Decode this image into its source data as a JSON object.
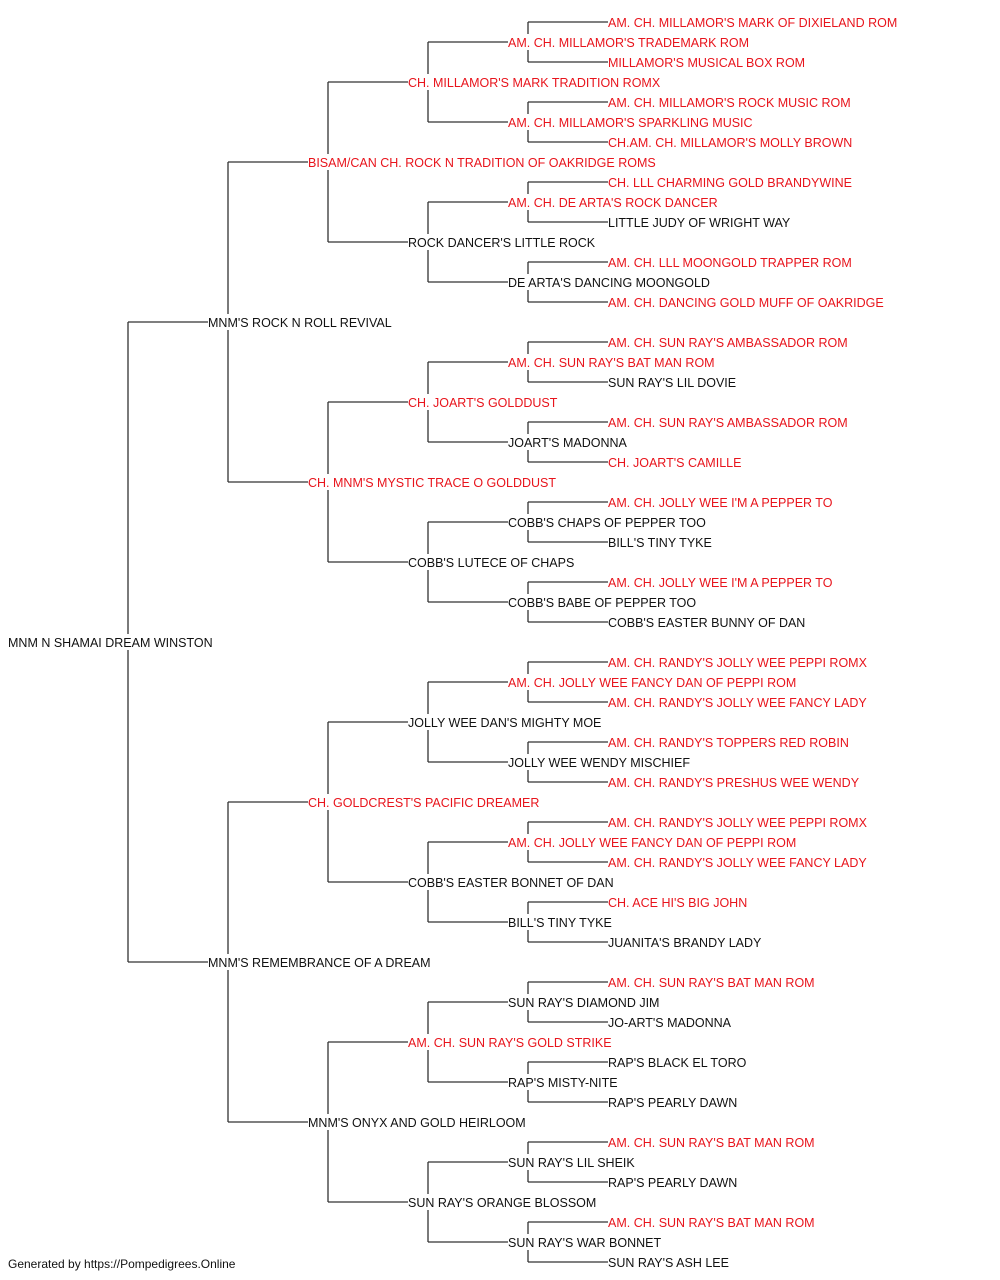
{
  "pedigree": {
    "name": "MNM N SHAMAI DREAM WINSTON",
    "sire": {
      "name": "MNM'S ROCK N ROLL REVIVAL",
      "sire": {
        "name": "BISAM/CAN CH. ROCK N TRADITION OF OAKRIDGE ROMS",
        "champion": true,
        "sire": {
          "name": "CH. MILLAMOR'S MARK TRADITION ROMX",
          "champion": true,
          "sire": {
            "name": "AM. CH. MILLAMOR'S TRADEMARK ROM",
            "champion": true,
            "sire": {
              "name": "AM. CH. MILLAMOR'S MARK OF DIXIELAND ROM",
              "champion": true
            },
            "dam": {
              "name": "MILLAMOR'S MUSICAL BOX ROM",
              "champion": true
            }
          },
          "dam": {
            "name": "AM. CH. MILLAMOR'S SPARKLING MUSIC",
            "champion": true,
            "sire": {
              "name": "AM. CH. MILLAMOR'S ROCK MUSIC ROM",
              "champion": true
            },
            "dam": {
              "name": "CH.AM. CH. MILLAMOR'S MOLLY BROWN",
              "champion": true
            }
          }
        },
        "dam": {
          "name": "ROCK DANCER'S LITTLE ROCK",
          "sire": {
            "name": "AM. CH. DE ARTA'S ROCK DANCER",
            "champion": true,
            "sire": {
              "name": "CH. LLL CHARMING GOLD BRANDYWINE",
              "champion": true
            },
            "dam": {
              "name": "LITTLE JUDY OF WRIGHT WAY"
            }
          },
          "dam": {
            "name": "DE ARTA'S DANCING MOONGOLD",
            "sire": {
              "name": "AM. CH. LLL MOONGOLD TRAPPER ROM",
              "champion": true
            },
            "dam": {
              "name": "AM. CH. DANCING GOLD MUFF OF OAKRIDGE",
              "champion": true
            }
          }
        }
      },
      "dam": {
        "name": "CH. MNM'S MYSTIC TRACE O GOLDDUST",
        "champion": true,
        "sire": {
          "name": "CH. JOART'S GOLDDUST",
          "champion": true,
          "sire": {
            "name": "AM. CH. SUN RAY'S BAT MAN ROM",
            "champion": true,
            "sire": {
              "name": "AM. CH. SUN RAY'S AMBASSADOR ROM",
              "champion": true
            },
            "dam": {
              "name": "SUN RAY'S LIL DOVIE"
            }
          },
          "dam": {
            "name": "JOART'S MADONNA",
            "sire": {
              "name": "AM. CH. SUN RAY'S AMBASSADOR ROM",
              "champion": true
            },
            "dam": {
              "name": "CH. JOART'S CAMILLE",
              "champion": true
            }
          }
        },
        "dam": {
          "name": "COBB'S LUTECE OF CHAPS",
          "sire": {
            "name": "COBB'S CHAPS OF PEPPER TOO",
            "sire": {
              "name": "AM. CH. JOLLY WEE I'M A PEPPER TO",
              "champion": true
            },
            "dam": {
              "name": "BILL'S TINY TYKE"
            }
          },
          "dam": {
            "name": "COBB'S BABE OF PEPPER TOO",
            "sire": {
              "name": "AM. CH. JOLLY WEE I'M A PEPPER TO",
              "champion": true
            },
            "dam": {
              "name": "COBB'S EASTER BUNNY OF DAN"
            }
          }
        }
      }
    },
    "dam": {
      "name": "MNM'S REMEMBRANCE OF A DREAM",
      "sire": {
        "name": "CH. GOLDCREST'S PACIFIC DREAMER",
        "champion": true,
        "sire": {
          "name": "JOLLY WEE DAN'S MIGHTY MOE",
          "sire": {
            "name": "AM. CH. JOLLY WEE FANCY DAN OF PEPPI ROM",
            "champion": true,
            "sire": {
              "name": "AM. CH. RANDY'S JOLLY WEE PEPPI ROMX",
              "champion": true
            },
            "dam": {
              "name": "AM. CH. RANDY'S JOLLY WEE FANCY LADY",
              "champion": true
            }
          },
          "dam": {
            "name": "JOLLY WEE WENDY MISCHIEF",
            "sire": {
              "name": "AM. CH. RANDY'S TOPPERS RED ROBIN",
              "champion": true
            },
            "dam": {
              "name": "AM. CH. RANDY'S PRESHUS WEE WENDY",
              "champion": true
            }
          }
        },
        "dam": {
          "name": "COBB'S EASTER BONNET OF DAN",
          "sire": {
            "name": "AM. CH. JOLLY WEE FANCY DAN OF PEPPI ROM",
            "champion": true,
            "sire": {
              "name": "AM. CH. RANDY'S JOLLY WEE PEPPI ROMX",
              "champion": true
            },
            "dam": {
              "name": "AM. CH. RANDY'S JOLLY WEE FANCY LADY",
              "champion": true
            }
          },
          "dam": {
            "name": "BILL'S TINY TYKE",
            "sire": {
              "name": "CH. ACE HI'S BIG JOHN",
              "champion": true
            },
            "dam": {
              "name": "JUANITA'S BRANDY LADY"
            }
          }
        }
      },
      "dam": {
        "name": "MNM'S ONYX AND GOLD HEIRLOOM",
        "sire": {
          "name": "AM. CH. SUN RAY'S GOLD STRIKE",
          "champion": true,
          "sire": {
            "name": "SUN RAY'S DIAMOND JIM",
            "sire": {
              "name": "AM. CH. SUN RAY'S BAT MAN ROM",
              "champion": true
            },
            "dam": {
              "name": "JO-ART'S MADONNA"
            }
          },
          "dam": {
            "name": "RAP'S MISTY-NITE",
            "sire": {
              "name": "RAP'S BLACK EL TORO"
            },
            "dam": {
              "name": "RAP'S PEARLY DAWN"
            }
          }
        },
        "dam": {
          "name": "SUN RAY'S ORANGE BLOSSOM",
          "sire": {
            "name": "SUN RAY'S LIL SHEIK",
            "sire": {
              "name": "AM. CH. SUN RAY'S BAT MAN ROM",
              "champion": true
            },
            "dam": {
              "name": "RAP'S PEARLY DAWN"
            }
          },
          "dam": {
            "name": "SUN RAY'S WAR BONNET",
            "sire": {
              "name": "AM. CH. SUN RAY'S BAT MAN ROM",
              "champion": true
            },
            "dam": {
              "name": "SUN RAY'S ASH LEE"
            }
          }
        }
      }
    }
  },
  "colors": {
    "champion": "#e8141c",
    "regular": "#111111",
    "connector": "#333333"
  },
  "footer": "Generated by https://Pompedigrees.Online"
}
